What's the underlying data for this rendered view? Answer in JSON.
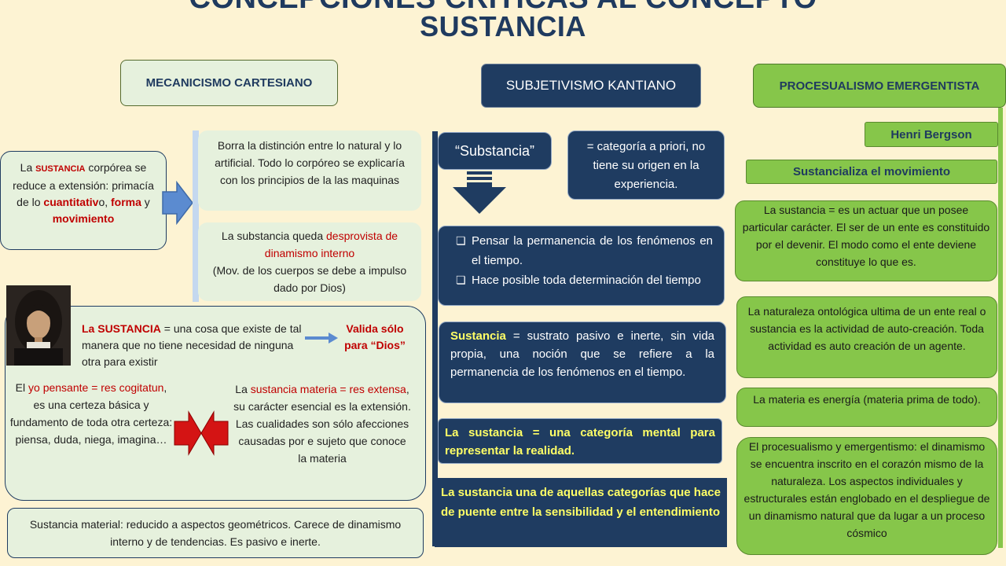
{
  "title": {
    "line1": "CONCEPCIONES CRITICAS AL CONCEPTO",
    "line2": "SUSTANCIA"
  },
  "headers": {
    "cartesian": "MECANICISMO CARTESIANO",
    "kantian": "SUBJETIVISMO KANTIANO",
    "process": "PROCESUALISMO EMERGENTISTA"
  },
  "cartesian": {
    "left_box": {
      "pre": "La ",
      "word": "SUSTANCIA",
      "mid": " corpórea se reduce a extensión: primacía de lo ",
      "cuant1": "cuantitativ",
      "cuant2": "o",
      "sep1": ", ",
      "forma": "forma",
      "sep2": " y ",
      "mov": "movimiento"
    },
    "borra": "Borra la distinción entre lo natural y lo artificial. Todo lo corpóreo se explicaría con los principios de la las maquinas",
    "desprovista": {
      "pre": "La substancia queda ",
      "red": "desprovista de dinamismo interno",
      "post": "(Mov. de los cuerpos se debe a impulso dado por Dios)"
    },
    "def": {
      "word": "La SUSTANCIA",
      "rest": " = una cosa que existe de tal manera que no tiene necesidad de ninguna otra para existir"
    },
    "valida": "Valida sólo para “Dios”",
    "yo": {
      "pre": "El ",
      "red": "yo pensante = res cogitatun",
      "post": ", es una certeza básica y fundamento de toda otra certeza: piensa, duda, niega, imagina…"
    },
    "materia": {
      "pre": "La ",
      "red": "sustancia materia = res extensa",
      "post": ", su carácter esencial es la extensión. Las cualidades son sólo afecciones causadas por e sujeto que conoce la materia"
    },
    "bottom": "Sustancia material: reducido a aspectos geométricos. Carece de dinamismo interno y de tendencias. Es pasivo e inerte."
  },
  "kantian": {
    "substancia": "“Substancia”",
    "categoria": "= categoría a priori, no tiene su origen en la experiencia.",
    "bullets": [
      "Pensar la permanencia de los fenómenos en el tiempo.",
      "Hace posible toda determinación del tiempo"
    ],
    "sustrato": {
      "word": "Sustancia",
      "rest": " = sustrato pasivo e inerte, sin vida propia, una noción que se refiere a la permanencia de los fenómenos en el tiempo."
    },
    "mental": "La sustancia = una categoría mental para representar la realidad.",
    "puente": "La sustancia una de aquellas categorías que hace de puente entre la sensibilidad y el entendimiento"
  },
  "process": {
    "bergson": "Henri Bergson",
    "movimiento": "Sustancializa el movimiento",
    "actuar": "La sustancia = es un actuar que un posee particular carácter. El ser de un ente es constituido por el devenir. El modo como el ente deviene constituye lo que es.",
    "naturaleza": "La naturaleza ontológica ultima de un ente real o sustancia es la actividad de auto-creación. Toda actividad es auto creación de un agente.",
    "energia": "La materia es energía (materia prima de todo).",
    "emergentismo": "El procesualismo y emergentismo: el dinamismo se encuentra inscrito en el corazón mismo de la naturaleza. Los aspectos individuales y estructurales están englobado en el despliegue de un dinamismo natural que da lugar a un proceso cósmico"
  },
  "colors": {
    "navy": "#1f3c61",
    "green": "#86c64a",
    "light_green": "#e6f1dd",
    "red": "#c00000",
    "cream": "#fdf3d3"
  }
}
